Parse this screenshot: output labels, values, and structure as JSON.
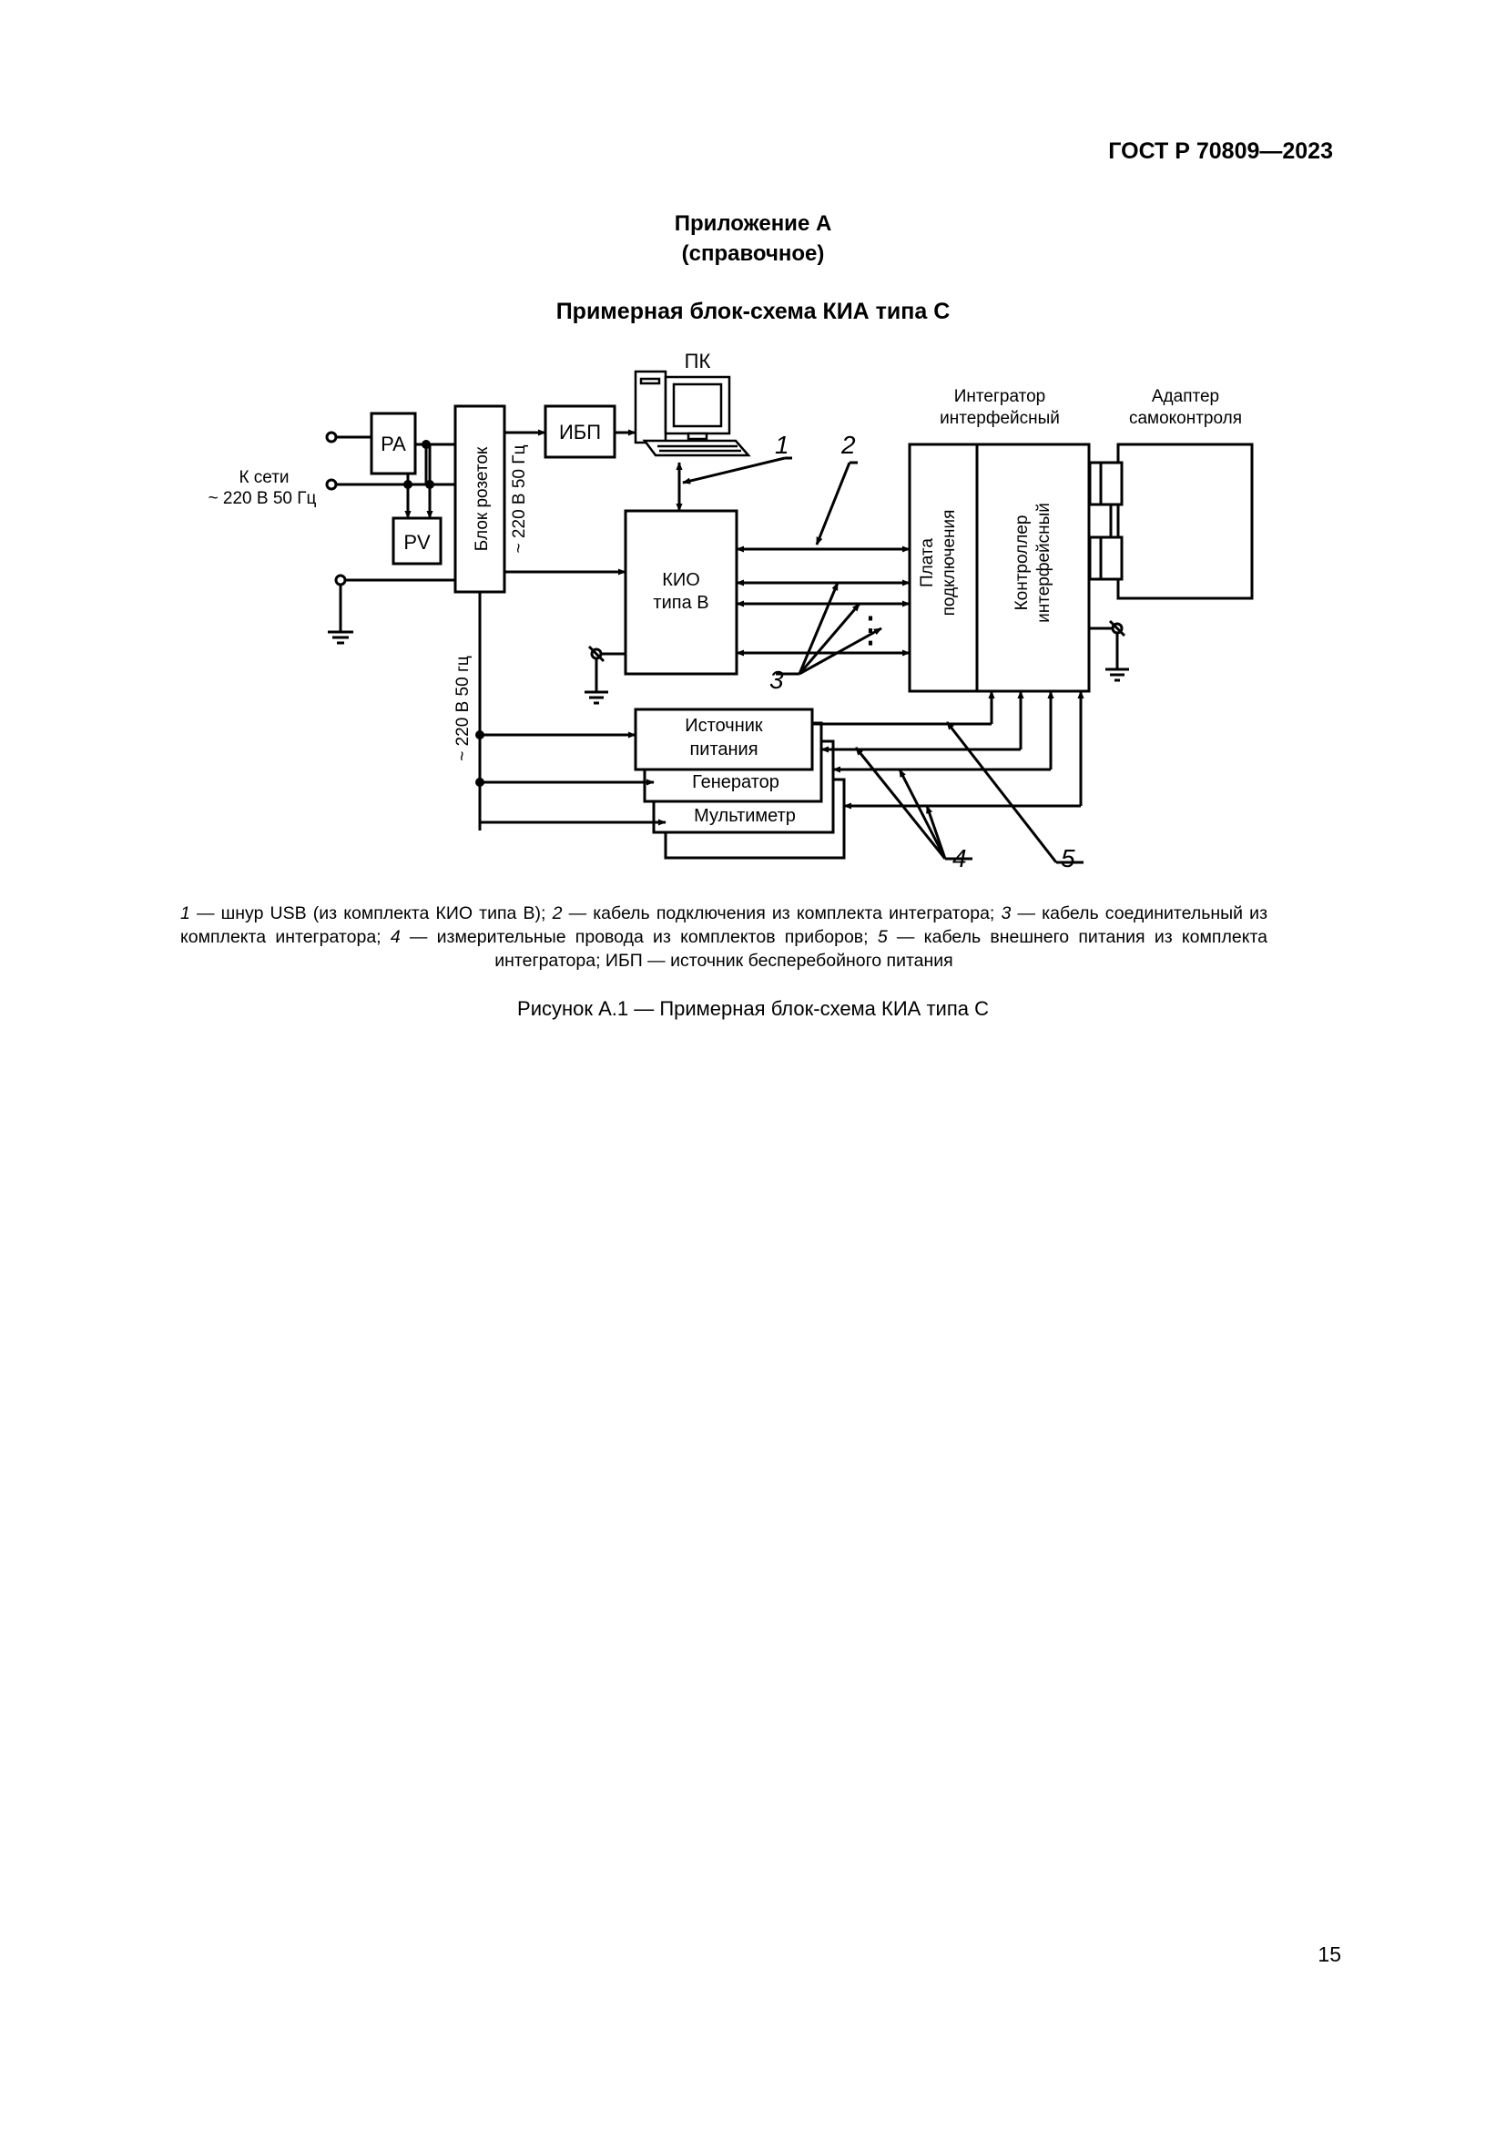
{
  "header": {
    "standard": "ГОСТ Р 70809—2023"
  },
  "appendix": {
    "title": "Приложение А",
    "subtitle": "(справочное)"
  },
  "figure_title": "Примерная блок-схема КИА типа С",
  "diagram": {
    "pc": "ПК",
    "ups": "ИБП",
    "pa": "PA",
    "pv": "PV",
    "mains_line1": "К сети",
    "mains_line2": "~ 220 В 50 Гц",
    "socket_block": "Блок розеток",
    "voltage_vertical": "~ 220 В 50 Гц",
    "voltage_vertical_lower": "~ 220 В 50 гц",
    "kio_line1": "КИО",
    "kio_line2": "типа В",
    "integrator_line1": "Интегратор",
    "integrator_line2": "интерфейсный",
    "adapter_line1": "Адаптер",
    "adapter_line2": "самоконтроля",
    "board_line1": "Плата",
    "board_line2": "подключения",
    "controller_line1": "Контроллер",
    "controller_line2": "интерфейсный",
    "source_line1": "Источник",
    "source_line2": "питания",
    "generator": "Генератор",
    "multimeter": "Мультиметр",
    "callouts": [
      "1",
      "2",
      "3",
      "4",
      "5"
    ],
    "dots": "⋮"
  },
  "legend": {
    "n1": "1",
    "t1": " — шнур USB (из комплекта КИО типа В); ",
    "n2": "2",
    "t2": " — кабель подключения из комплекта интегратора; ",
    "n3": "3",
    "t3": " — кабель соединительный из комплекта интегратора; ",
    "n4": "4",
    "t4": " — измерительные провода из комплектов приборов; ",
    "n5": "5",
    "t5": " — кабель внешнего питания из комплекта интегратора; ИБП — источник бесперебойного питания"
  },
  "caption": "Рисунок А.1 — Примерная блок-схема КИА типа С",
  "page_number": "15"
}
